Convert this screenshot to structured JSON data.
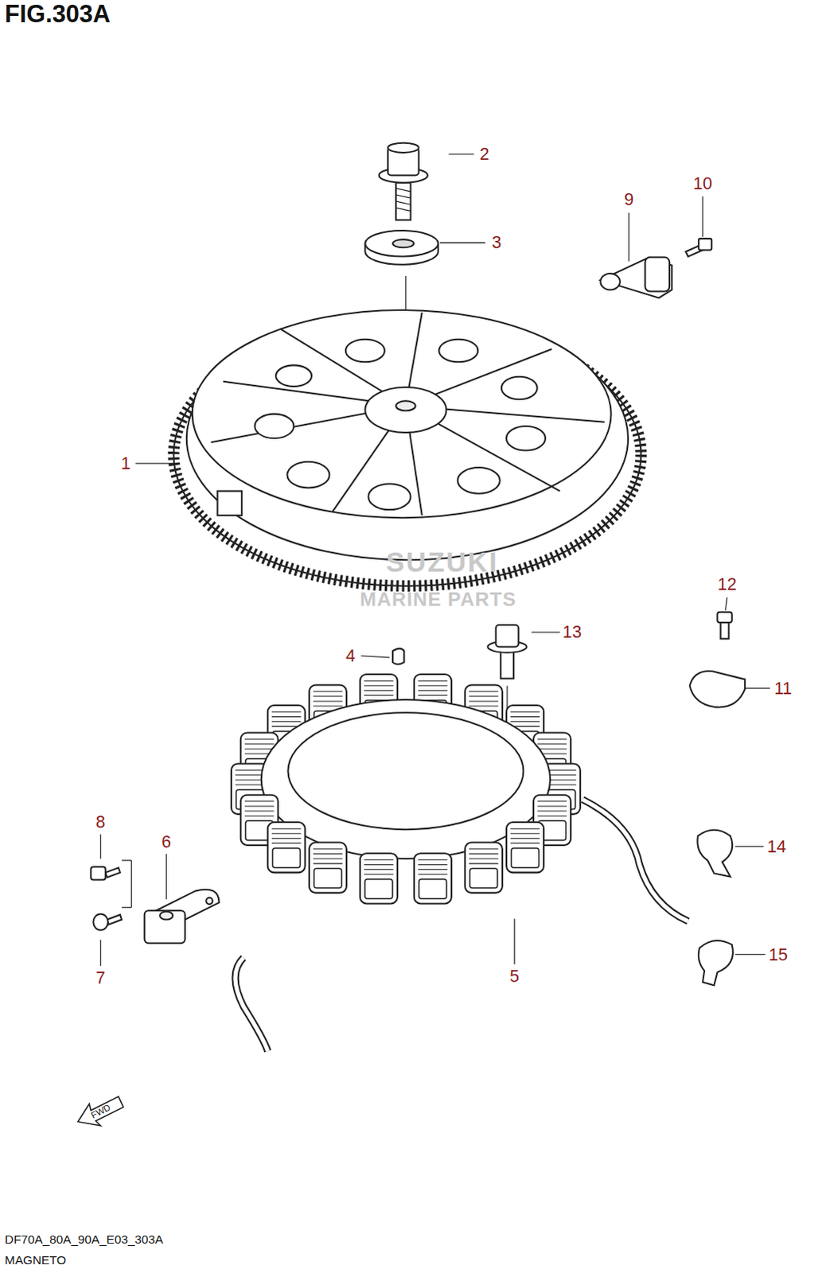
{
  "diagram": {
    "title": "FIG.303A",
    "caption": "MAGNETO",
    "labels": [
      "2",
      "10",
      "9",
      "3",
      "1",
      "SUZUKI",
      "MARINE PARTS",
      "12",
      "13",
      "4",
      "11",
      "8",
      "6",
      "14",
      "7",
      "5",
      "15",
      "FWD",
      "DF70A_80A_90A_E03_303A"
    ]
  }
}
